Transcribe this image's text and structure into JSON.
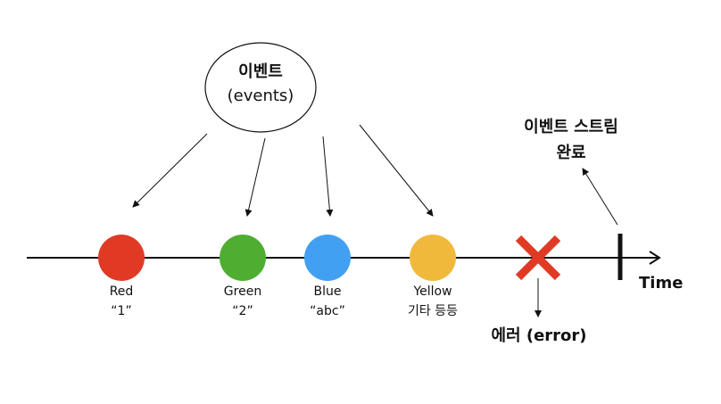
{
  "events_bubble": {
    "line1": "이벤트",
    "line2": "(events)"
  },
  "events": [
    {
      "name": "Red",
      "value": "“1”",
      "color": "#e03a25"
    },
    {
      "name": "Green",
      "value": "“2”",
      "color": "#4fae32"
    },
    {
      "name": "Blue",
      "value": "“abc”",
      "color": "#42a0f3"
    },
    {
      "name": "Yellow",
      "value": "기타 등등",
      "color": "#f1b93c"
    }
  ],
  "error": {
    "label": "에러 (error)",
    "color": "#e03a25"
  },
  "completion": {
    "line1": "이벤트 스트림",
    "line2": "완료"
  },
  "axis_label": "Time"
}
